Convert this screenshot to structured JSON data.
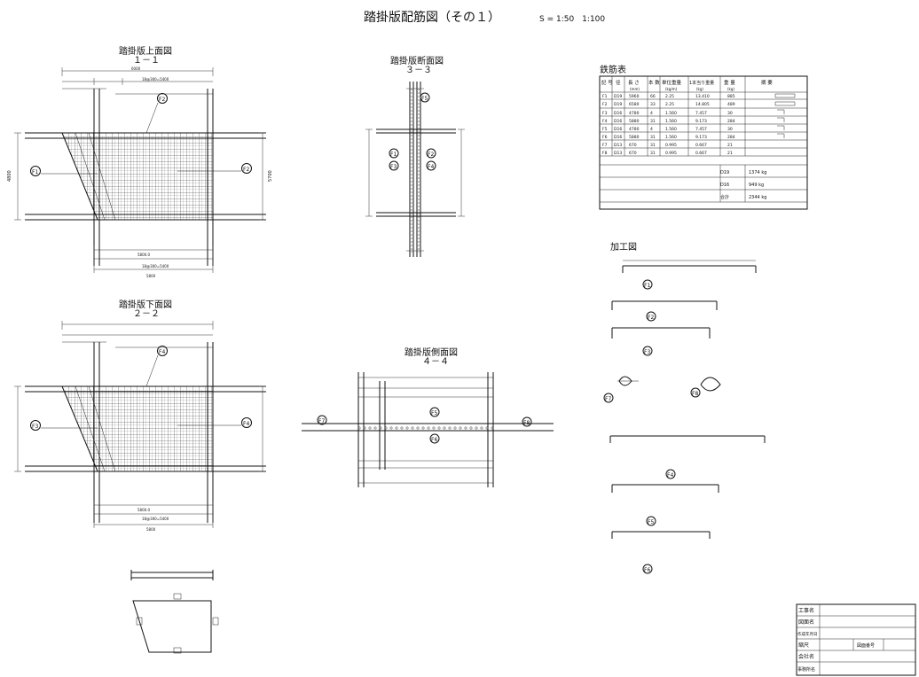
{
  "title": "踏掛版配筋図（その１）",
  "scale": "S = 1:50　1:100",
  "views": {
    "top": {
      "title": "踏掛版上面図",
      "section": "１－１"
    },
    "bottom": {
      "title": "踏掛版下面図",
      "section": "２－２"
    },
    "cross": {
      "title": "踏掛版断面図",
      "section": "３－３"
    },
    "side": {
      "title": "踏掛版側面図",
      "section": "４－４"
    }
  },
  "marks": {
    "f1": "F1",
    "f2": "F2",
    "f3": "F3",
    "f4": "F4",
    "f5": "F5",
    "f6": "F6",
    "f7": "F7",
    "f8": "F8"
  },
  "schedule": {
    "title": "鉄筋表",
    "headers": [
      "記 号",
      "径",
      "長 さ",
      "本 数",
      "単位重量",
      "1本当り重量",
      "重 量",
      "摘 要"
    ],
    "units": [
      "",
      "",
      "(mm)",
      "",
      "(kg/m)",
      "(kg)",
      "(kg)",
      ""
    ],
    "rows": [
      [
        "F1",
        "D19",
        "5960",
        "66",
        "2.25",
        "13.410",
        "885",
        ""
      ],
      [
        "F2",
        "D19",
        "6580",
        "33",
        "2.25",
        "14.805",
        "489",
        ""
      ],
      [
        "F3",
        "D16",
        "4780",
        "4",
        "1.560",
        "7.457",
        "30",
        ""
      ],
      [
        "F4",
        "D16",
        "5880",
        "31",
        "1.560",
        "9.173",
        "284",
        ""
      ],
      [
        "F5",
        "D16",
        "4780",
        "4",
        "1.560",
        "7.457",
        "30",
        ""
      ],
      [
        "F6",
        "D16",
        "5880",
        "31",
        "1.560",
        "9.173",
        "284",
        ""
      ],
      [
        "F7",
        "D13",
        "670",
        "31",
        "0.995",
        "0.667",
        "21",
        ""
      ],
      [
        "F8",
        "D13",
        "670",
        "31",
        "0.995",
        "0.667",
        "21",
        ""
      ]
    ],
    "sum1_label": "D19",
    "sum1_value": "1374 kg",
    "sum2_label": "D16",
    "sum2_value": "949 kg",
    "total_label": "合計",
    "total_value": "2344 kg"
  },
  "processing": {
    "title": "加工図"
  },
  "title_block": {
    "rows": [
      "工事名",
      "図面名",
      "作成年月日",
      "縮尺",
      "会社名",
      "事務所名"
    ],
    "drawing_no_label": "図面番号"
  }
}
